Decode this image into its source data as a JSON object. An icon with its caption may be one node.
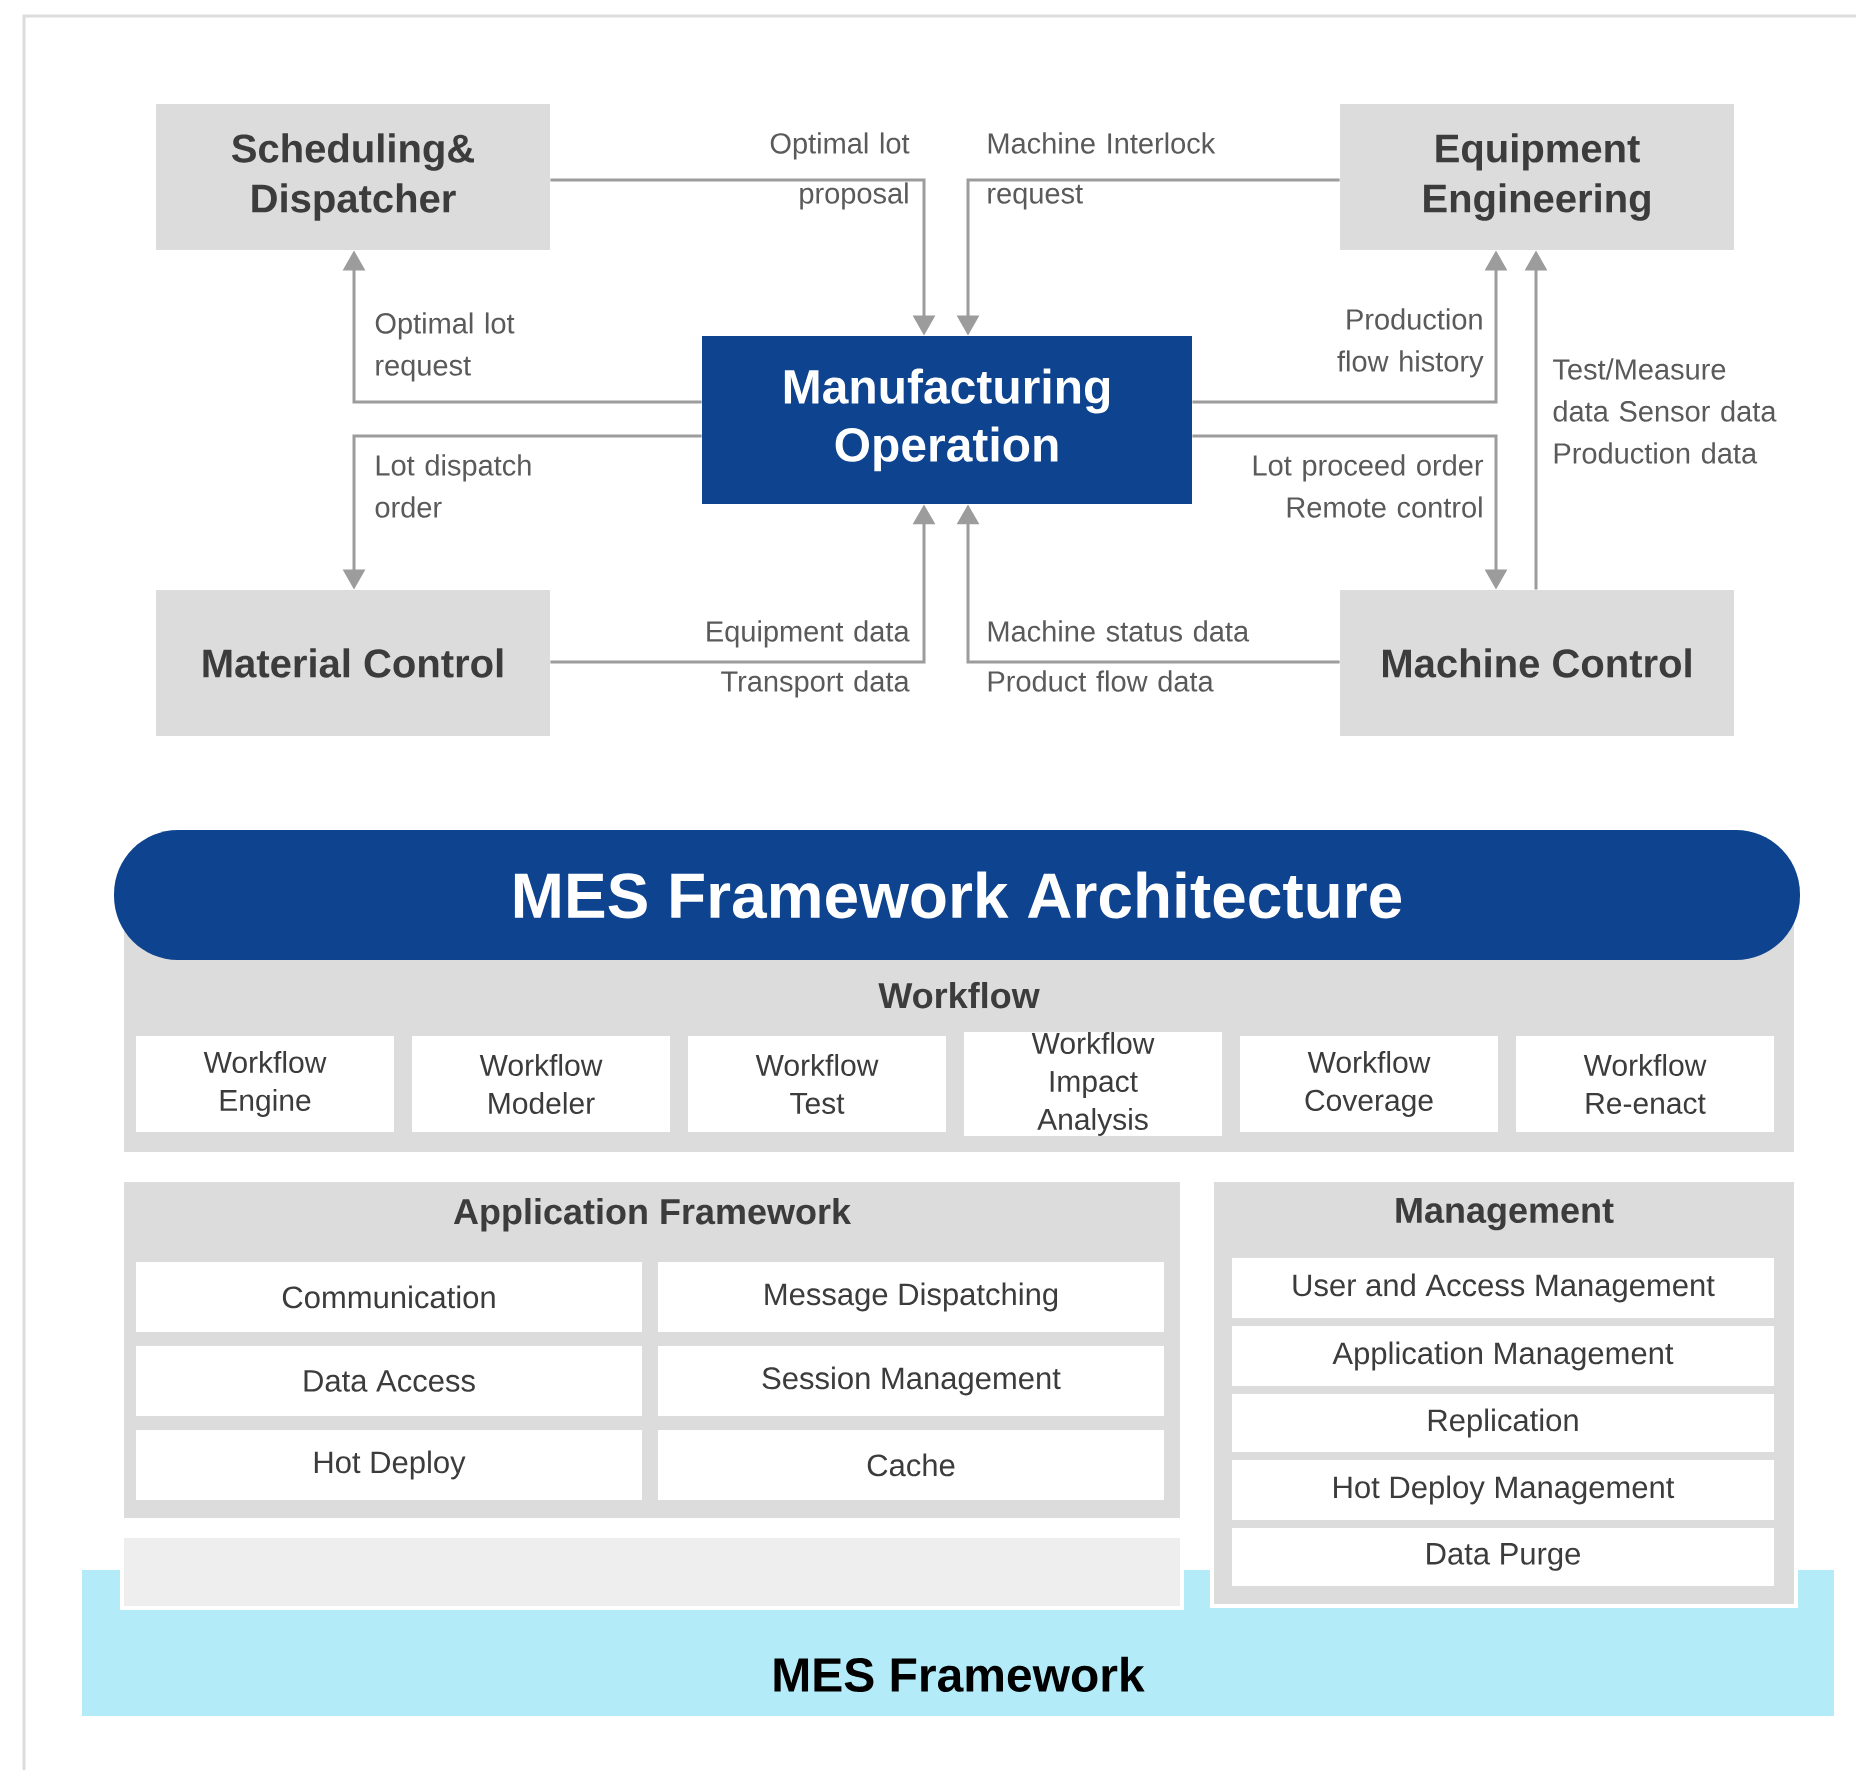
{
  "diagram": {
    "nodes": [
      {
        "text": [
          "Scheduling& Dispatcher"
        ]
      },
      {
        "text": [
          "Equipment Engineering"
        ]
      },
      {
        "text": [
          "Manufacturing Operation"
        ]
      },
      {
        "text": [
          "Material Control"
        ]
      },
      {
        "text": [
          "Machine Control"
        ]
      },
      {
        "text": [
          "MES Framework Architecture"
        ]
      },
      {
        "text": [
          "Workflow"
        ]
      },
      {
        "text": [
          "Workflow Engine"
        ],
        "in": 6
      },
      {
        "text": [
          "Workflow Modeler"
        ],
        "in": 6
      },
      {
        "text": [
          "Workflow Test"
        ],
        "in": 6
      },
      {
        "text": [
          "Workflow Impact Analysis"
        ],
        "in": 6
      },
      {
        "text": [
          "Workflow Coverage"
        ],
        "in": 6
      },
      {
        "text": [
          "Workflow Re-enact"
        ],
        "in": 6
      },
      {
        "text": [
          "Application Framework"
        ]
      },
      {
        "text": [
          "Communication"
        ],
        "in": 13
      },
      {
        "text": [
          "Message Dispatching"
        ],
        "in": 13
      },
      {
        "text": [
          "Data Access"
        ],
        "in": 13
      },
      {
        "text": [
          "Session Management"
        ],
        "in": 13
      },
      {
        "text": [
          "Hot Deploy"
        ],
        "in": 13
      },
      {
        "text": [
          "Cache"
        ],
        "in": 13
      },
      {
        "text": [],
        "shape": "bar"
      },
      {
        "text": [
          "Management"
        ]
      },
      {
        "text": [
          "User and Access Management"
        ],
        "in": 21
      },
      {
        "text": [
          "Application Management"
        ],
        "in": 21
      },
      {
        "text": [
          "Replication"
        ],
        "in": 21
      },
      {
        "text": [
          "Hot Deploy Management"
        ],
        "in": 21
      },
      {
        "text": [
          "Data Purge"
        ],
        "in": 21
      },
      {
        "text": [
          "MES Framework"
        ]
      }
    ],
    "edges": [
      {
        "from": 0,
        "to": 2,
        "arrow": "to",
        "label": "Optimal lot proposal"
      },
      {
        "from": 1,
        "to": 2,
        "arrow": "to",
        "label": "Machine Interlock request"
      },
      {
        "from": 2,
        "to": 0,
        "arrow": "to",
        "label": "Optimal lot request"
      },
      {
        "from": 2,
        "to": 3,
        "arrow": "to",
        "label": "Lot dispatch order"
      },
      {
        "from": 3,
        "to": 2,
        "arrow": "to",
        "label": "Equipment data Transport data"
      },
      {
        "from": 4,
        "to": 2,
        "arrow": "to",
        "label": "Machine status data Product flow data"
      },
      {
        "from": 2,
        "to": 1,
        "arrow": "to",
        "label": "Production flow history"
      },
      {
        "from": 2,
        "to": 4,
        "arrow": "to",
        "label": "Lot proceed order Remote control"
      },
      {
        "from": 4,
        "to": 1,
        "arrow": "to",
        "label": "Test/Measure data Sensor data Production data"
      }
    ]
  }
}
